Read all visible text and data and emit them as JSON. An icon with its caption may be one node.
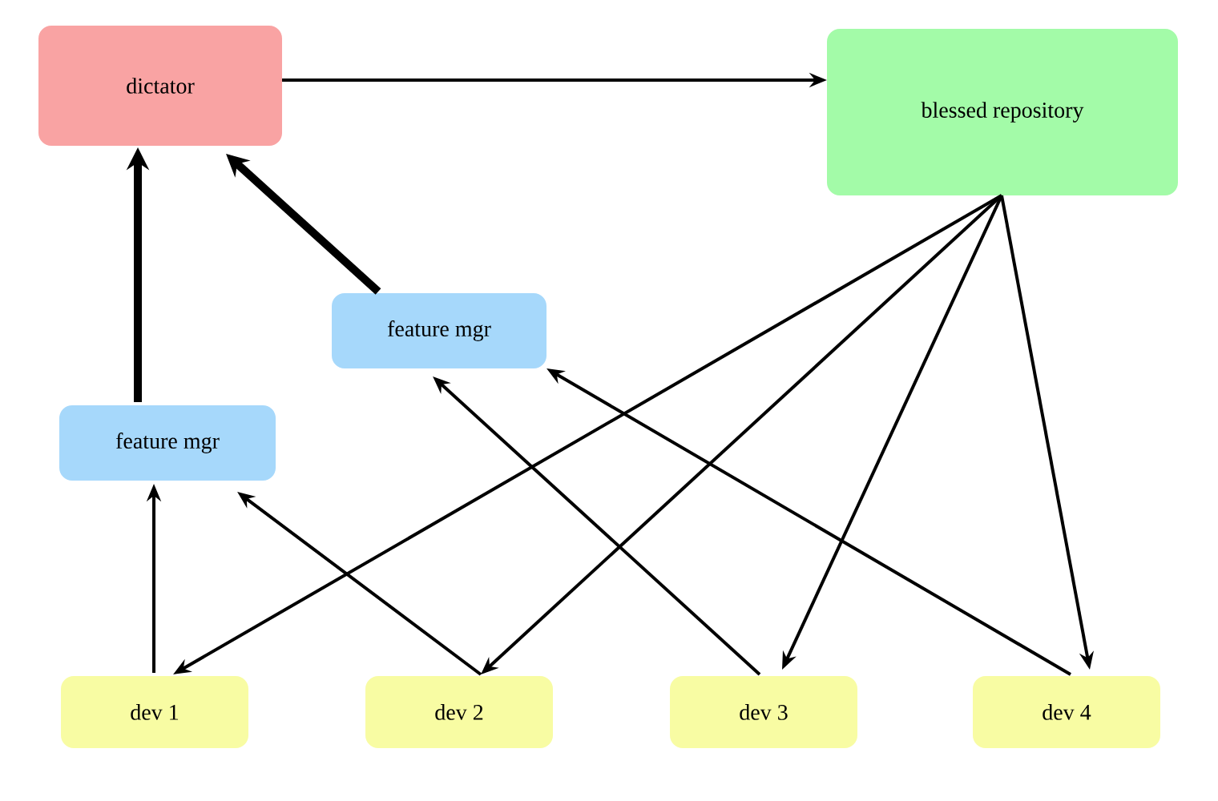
{
  "diagram": {
    "nodes": [
      {
        "text": [
          "dictator"
        ]
      },
      {
        "text": [
          "blessed repository"
        ]
      },
      {
        "text": [
          "feature mgr"
        ]
      },
      {
        "text": [
          "feature mgr"
        ]
      },
      {
        "text": [
          "dev 1"
        ]
      },
      {
        "text": [
          "dev 2"
        ]
      },
      {
        "text": [
          "dev 3"
        ]
      },
      {
        "text": [
          "dev 4"
        ]
      }
    ],
    "edges": [
      {
        "from": 0,
        "to": 1,
        "arrow": "to"
      },
      {
        "from": 3,
        "to": 0,
        "arrow": "to",
        "style": "thick"
      },
      {
        "from": 2,
        "to": 0,
        "arrow": "to",
        "style": "thick"
      },
      {
        "from": 4,
        "to": 3,
        "arrow": "to"
      },
      {
        "from": 5,
        "to": 3,
        "arrow": "to"
      },
      {
        "from": 6,
        "to": 2,
        "arrow": "to"
      },
      {
        "from": 7,
        "to": 2,
        "arrow": "to"
      },
      {
        "from": 1,
        "to": 4,
        "arrow": "to"
      },
      {
        "from": 1,
        "to": 5,
        "arrow": "to"
      },
      {
        "from": 1,
        "to": 6,
        "arrow": "to"
      },
      {
        "from": 1,
        "to": 7,
        "arrow": "to"
      }
    ]
  }
}
